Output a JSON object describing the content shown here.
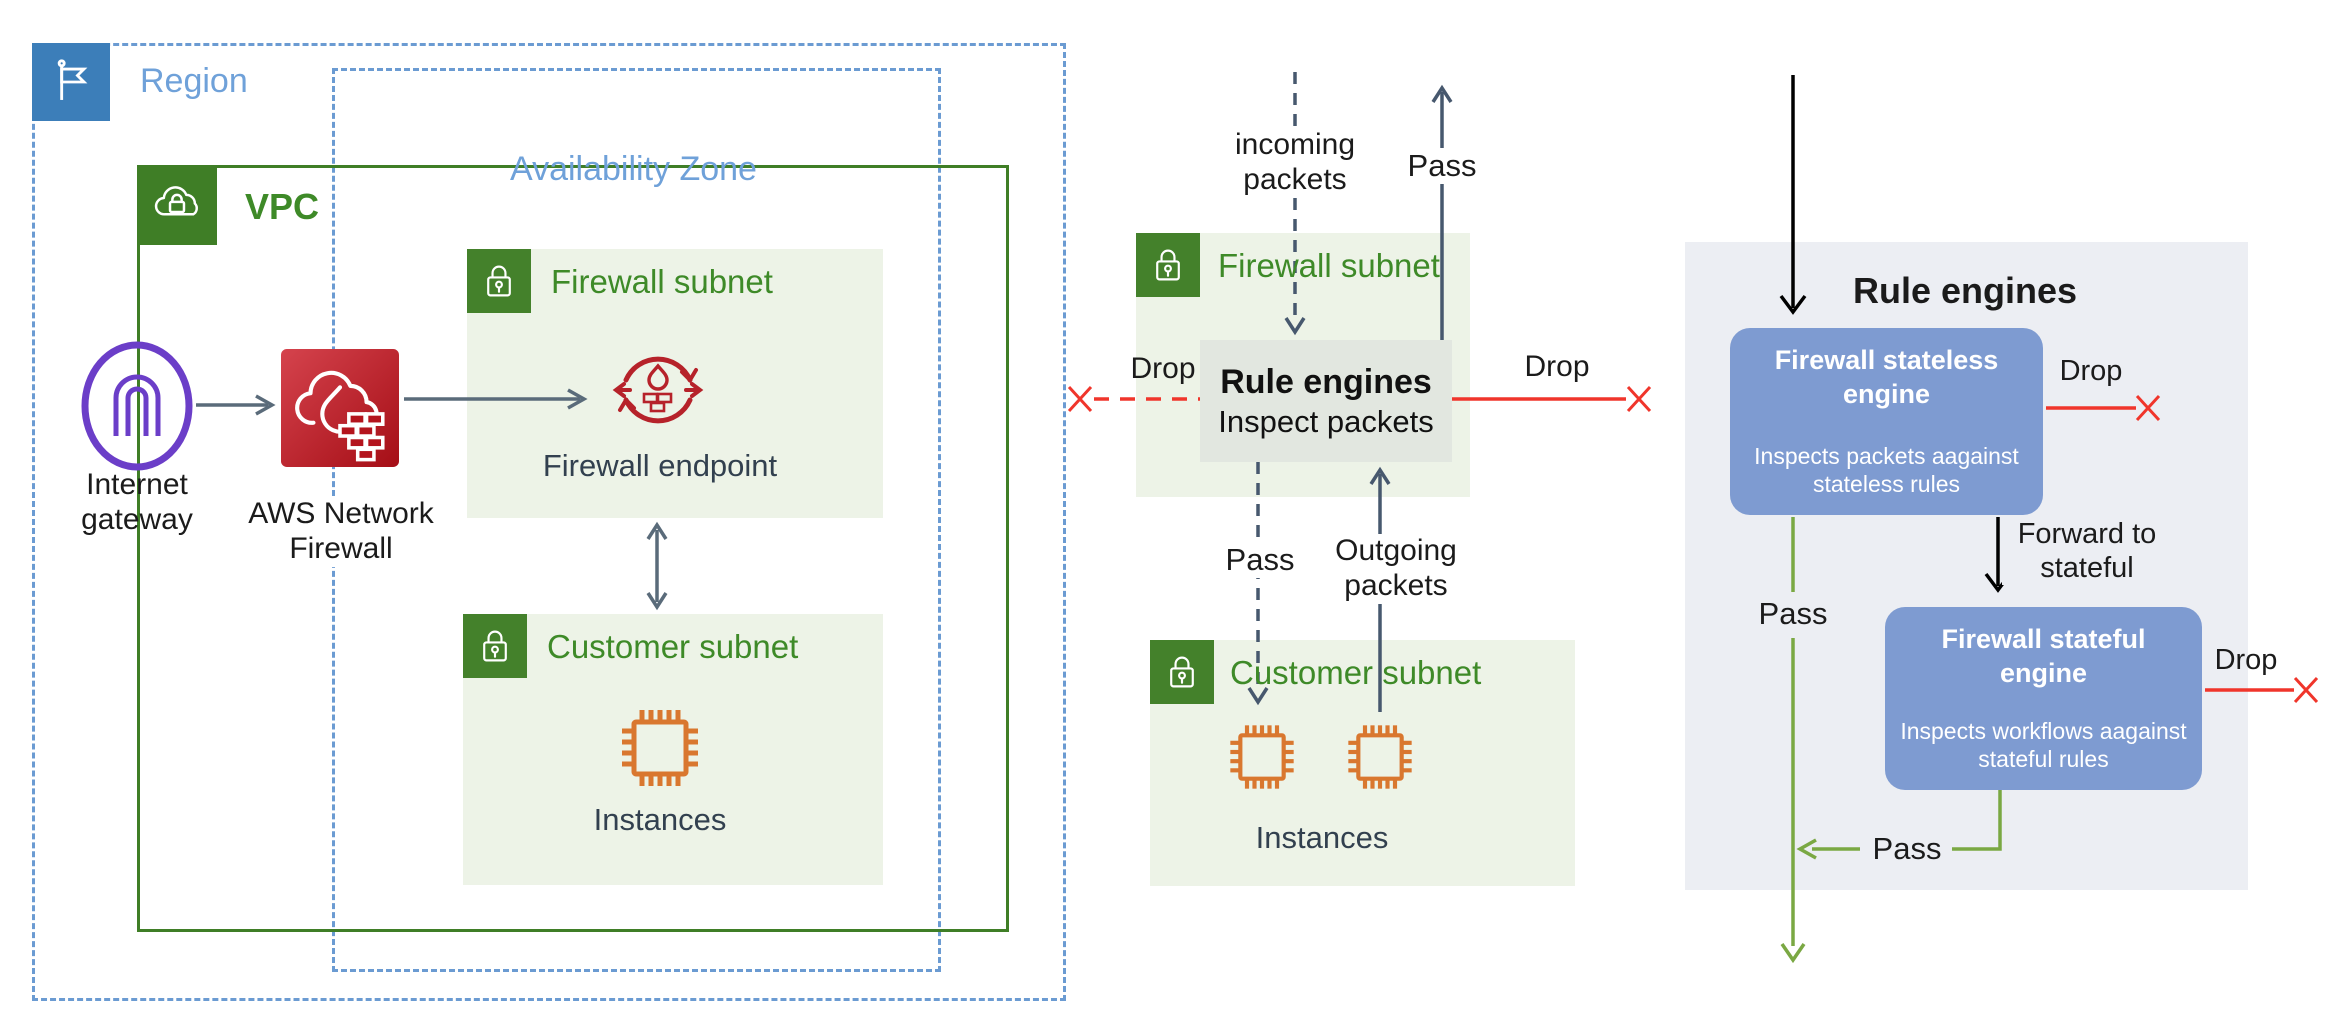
{
  "left": {
    "region_label": "Region",
    "az_label": "Availability Zone",
    "vpc_label": "VPC",
    "firewall_subnet_label": "Firewall subnet",
    "customer_subnet_label": "Customer subnet",
    "internet_gateway_label": "Internet gateway",
    "aws_network_firewall_label": "AWS Network Firewall",
    "firewall_endpoint_label": "Firewall endpoint",
    "instances_label": "Instances"
  },
  "middle": {
    "firewall_subnet_label": "Firewall subnet",
    "customer_subnet_label": "Customer subnet",
    "incoming_label": "incoming packets",
    "pass_up_label": "Pass",
    "drop_left_label": "Drop",
    "drop_right_label": "Drop",
    "rule_engines_title": "Rule engines",
    "rule_engines_sub": "Inspect packets",
    "pass_down_label": "Pass",
    "outgoing_label": "Outgoing packets",
    "instances_label": "Instances"
  },
  "right": {
    "title": "Rule engines",
    "stateless": {
      "title": "Firewall stateless engine",
      "desc": "Inspects packets aagainst stateless rules"
    },
    "stateful": {
      "title": "Firewall stateful engine",
      "desc": "Inspects workflows aagainst stateful rules"
    },
    "drop_stateless_label": "Drop",
    "drop_stateful_label": "Drop",
    "pass_vertical_label": "Pass",
    "pass_bottom_label": "Pass",
    "forward_label": "Forward to stateful"
  },
  "colors": {
    "region_blue": "#3c7eb9",
    "label_blue": "#6fa1d9",
    "green": "#3f7e26",
    "green_text": "#3e8a28",
    "subnet_green_bg": "#edf3e7",
    "rule_box_gray": "#e2e7e0",
    "panel_gray": "#eceef3",
    "engine_blue": "#7e9bd1",
    "purple": "#6b3ec8",
    "firewall_red": "#c0242e",
    "drop_red": "#f0352b",
    "pass_green": "#7aa843",
    "chip_orange": "#d9772f",
    "slate": "#47586e"
  }
}
